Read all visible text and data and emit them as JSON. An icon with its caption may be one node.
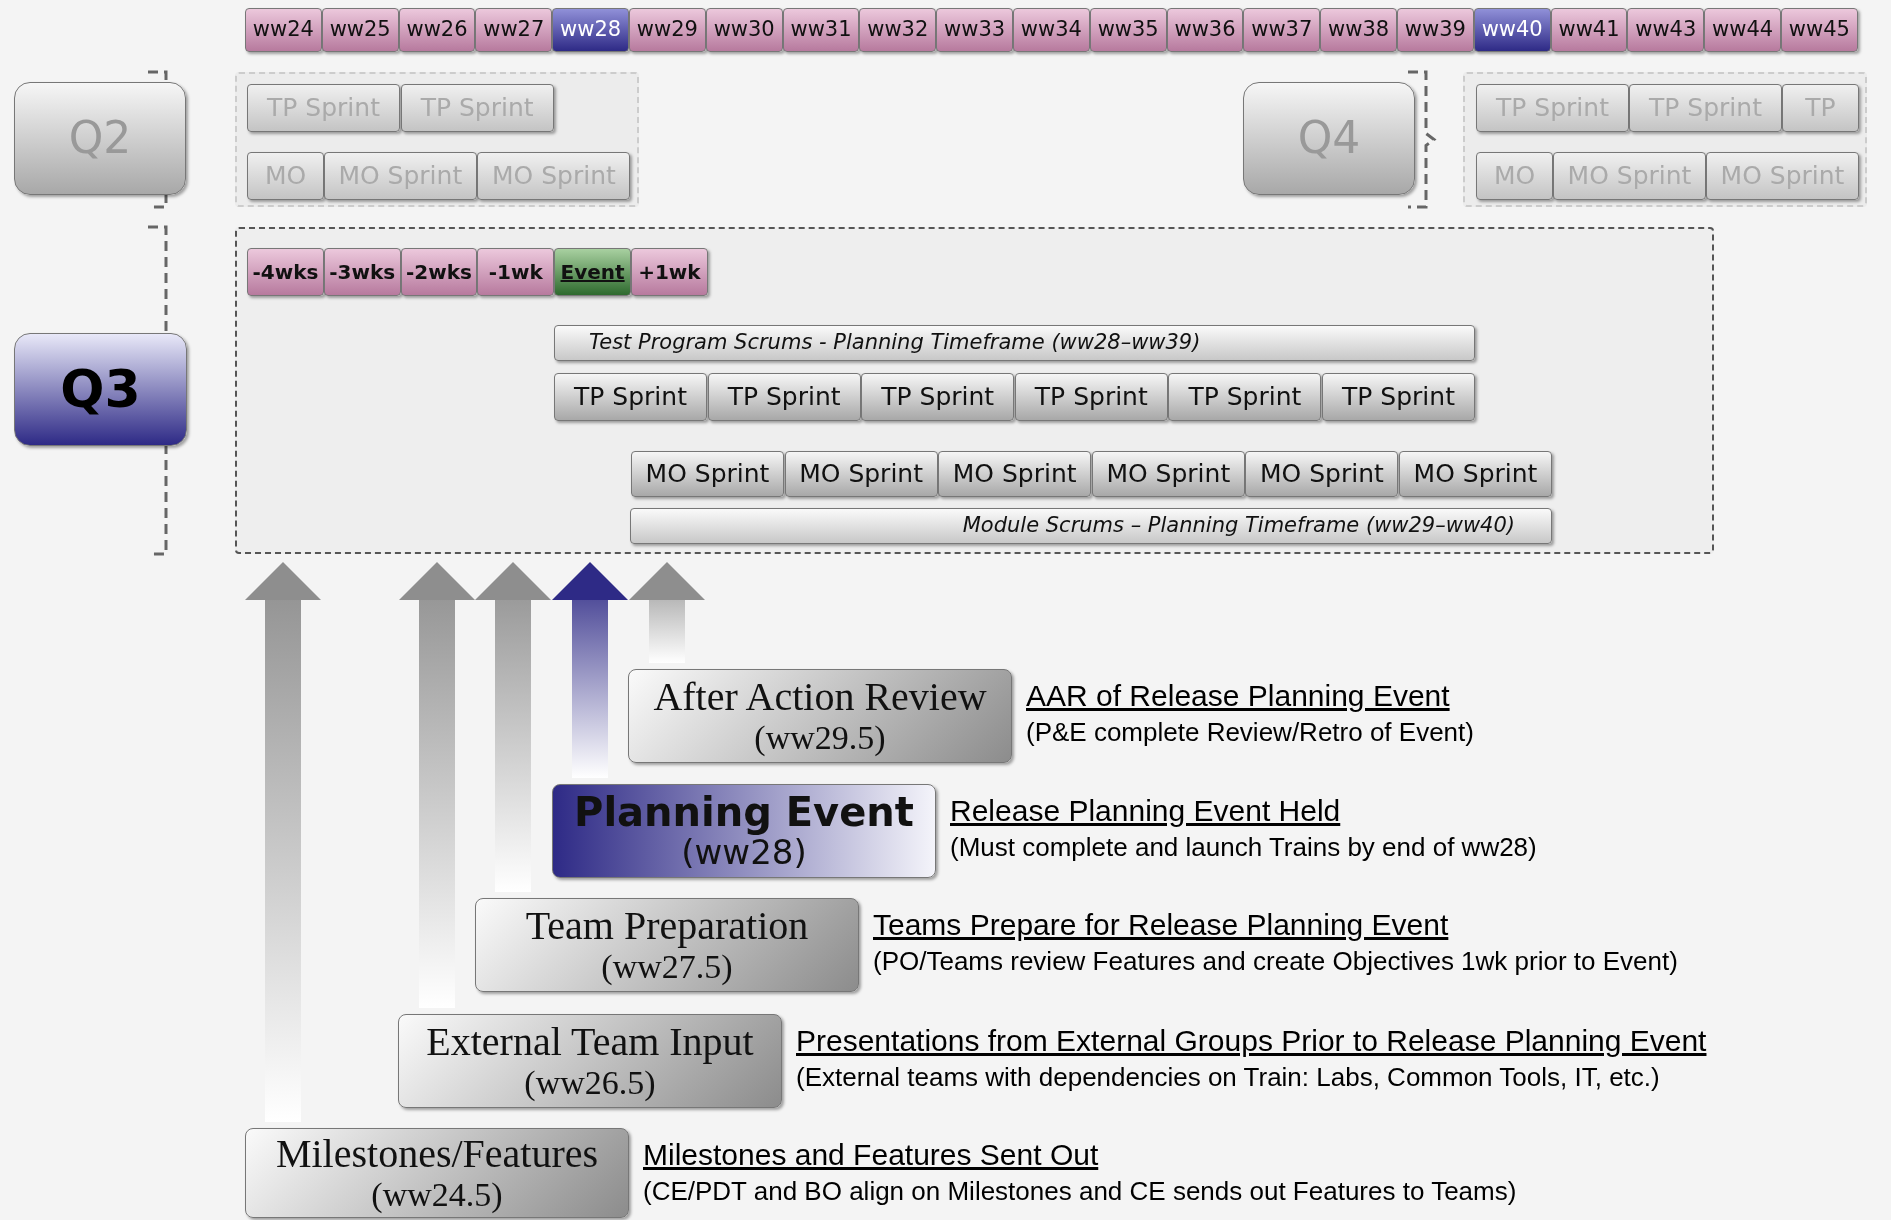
{
  "diagram": {
    "nodes": [
      {
        "text": [
          "ww24"
        ]
      },
      {
        "text": [
          "ww25"
        ]
      },
      {
        "text": [
          "ww26"
        ]
      },
      {
        "text": [
          "ww27"
        ]
      },
      {
        "text": [
          "ww28"
        ]
      },
      {
        "text": [
          "ww29"
        ]
      },
      {
        "text": [
          "ww30"
        ]
      },
      {
        "text": [
          "ww31"
        ]
      },
      {
        "text": [
          "ww32"
        ]
      },
      {
        "text": [
          "ww33"
        ]
      },
      {
        "text": [
          "ww34"
        ]
      },
      {
        "text": [
          "ww35"
        ]
      },
      {
        "text": [
          "ww36"
        ]
      },
      {
        "text": [
          "ww37"
        ]
      },
      {
        "text": [
          "ww38"
        ]
      },
      {
        "text": [
          "ww39"
        ]
      },
      {
        "text": [
          "ww40"
        ]
      },
      {
        "text": [
          "ww41"
        ]
      },
      {
        "text": [
          "ww43"
        ]
      },
      {
        "text": [
          "ww44"
        ]
      },
      {
        "text": [
          "ww45"
        ]
      },
      {
        "text": [
          "Q2"
        ]
      },
      {
        "text": [],
        "shape": "box"
      },
      {
        "text": [
          "TP Sprint"
        ],
        "in": 22
      },
      {
        "text": [
          "TP Sprint"
        ],
        "in": 22
      },
      {
        "text": [
          "MO"
        ],
        "in": 22
      },
      {
        "text": [
          "MO Sprint"
        ],
        "in": 22
      },
      {
        "text": [
          "MO Sprint"
        ],
        "in": 22
      },
      {
        "text": [
          "Q4"
        ]
      },
      {
        "text": [],
        "shape": "box"
      },
      {
        "text": [
          "TP Sprint"
        ],
        "in": 29
      },
      {
        "text": [
          "TP Sprint"
        ],
        "in": 29
      },
      {
        "text": [
          "TP"
        ],
        "in": 29
      },
      {
        "text": [
          "MO"
        ],
        "in": 29
      },
      {
        "text": [
          "MO Sprint"
        ],
        "in": 29
      },
      {
        "text": [
          "MO Sprint"
        ],
        "in": 29
      },
      {
        "text": [
          "Q3"
        ]
      },
      {
        "text": [],
        "shape": "box"
      },
      {
        "text": [
          "-4wks"
        ],
        "in": 37
      },
      {
        "text": [
          "-3wks"
        ],
        "in": 37
      },
      {
        "text": [
          "-2wks"
        ],
        "in": 37
      },
      {
        "text": [
          "-1wk"
        ],
        "in": 37
      },
      {
        "text": [
          "Event"
        ],
        "in": 37
      },
      {
        "text": [
          "+1wk"
        ],
        "in": 37
      },
      {
        "text": [
          "Test Program Scrums - Planning Timeframe (ww28–ww39)"
        ],
        "in": 37
      },
      {
        "text": [
          "TP Sprint"
        ],
        "in": 37
      },
      {
        "text": [
          "TP Sprint"
        ],
        "in": 37
      },
      {
        "text": [
          "TP Sprint"
        ],
        "in": 37
      },
      {
        "text": [
          "TP Sprint"
        ],
        "in": 37
      },
      {
        "text": [
          "TP Sprint"
        ],
        "in": 37
      },
      {
        "text": [
          "TP Sprint"
        ],
        "in": 37
      },
      {
        "text": [
          "MO Sprint"
        ],
        "in": 37
      },
      {
        "text": [
          "MO Sprint"
        ],
        "in": 37
      },
      {
        "text": [
          "MO Sprint"
        ],
        "in": 37
      },
      {
        "text": [
          "MO Sprint"
        ],
        "in": 37
      },
      {
        "text": [
          "MO Sprint"
        ],
        "in": 37
      },
      {
        "text": [
          "MO Sprint"
        ],
        "in": 37
      },
      {
        "text": [
          "Module Scrums – Planning Timeframe (ww29–ww40)"
        ],
        "in": 37
      },
      {
        "text": [
          "After Action Review",
          "(ww29.5)"
        ],
        "beside": [
          "AAR of Release Planning Event",
          "(P&E complete Review/Retro of Event)"
        ]
      },
      {
        "text": [
          "Planning Event",
          "(ww28)"
        ],
        "beside": [
          "Release Planning Event Held",
          "(Must complete and launch Trains by end of ww28)"
        ]
      },
      {
        "text": [
          "Team Preparation",
          "(ww27.5)"
        ],
        "beside": [
          "Teams Prepare for Release Planning Event",
          "(PO/Teams review Features and create Objectives 1wk prior to Event)"
        ]
      },
      {
        "text": [
          "External Team Input",
          "(ww26.5)"
        ],
        "beside": [
          "Presentations from External Groups Prior to Release Planning Event",
          "(External teams with dependencies on Train:  Labs, Common Tools, IT, etc.)"
        ]
      },
      {
        "text": [
          "Milestones/Features",
          "(ww24.5)"
        ],
        "beside": [
          "Milestones and Features Sent Out",
          "(CE/PDT and BO align on Milestones and CE sends out Features to Teams)"
        ]
      }
    ],
    "edges": [
      {
        "from": 62,
        "to": 37,
        "arrow": "to"
      },
      {
        "from": 61,
        "to": 37,
        "arrow": "to"
      },
      {
        "from": 60,
        "to": 37,
        "arrow": "to"
      },
      {
        "from": 59,
        "to": 37,
        "arrow": "to",
        "color": "#2e2a86"
      },
      {
        "from": 58,
        "to": 37,
        "arrow": "to"
      }
    ]
  }
}
